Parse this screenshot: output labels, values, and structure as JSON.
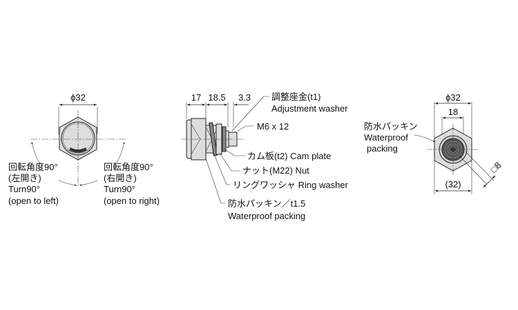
{
  "front_view": {
    "diameter_label": "ϕ32",
    "left": {
      "line1": "回転角度90°",
      "line2": "(左開き)",
      "line3": "Turn90°",
      "line4": "(open to left)"
    },
    "right": {
      "line1": "回転角度90°",
      "line2": "(右開き)",
      "line3": "Turn90°",
      "line4": "(open to right)"
    }
  },
  "side_view": {
    "dimensions": [
      "17",
      "18.5",
      "3.3"
    ],
    "callouts": {
      "adjustment_washer_jp": "調整座金(t1)",
      "adjustment_washer_en": "Adjustment washer",
      "bolt": "M6 x 12",
      "cam_plate": "カム板(t2)  Cam plate",
      "nut": "ナット(M22)  Nut",
      "ring_washer": "リングワッシャ Ring washer",
      "packing_jp": "防水パッキン／t1.5",
      "packing_en": "Waterproof packing"
    }
  },
  "back_view": {
    "diameter_label": "ϕ32",
    "inner_label": "18",
    "width_label": "(32)",
    "square_label": "□8",
    "packing_jp": "防水パッキン",
    "packing_en1": "Waterproof",
    "packing_en2": "packing"
  }
}
